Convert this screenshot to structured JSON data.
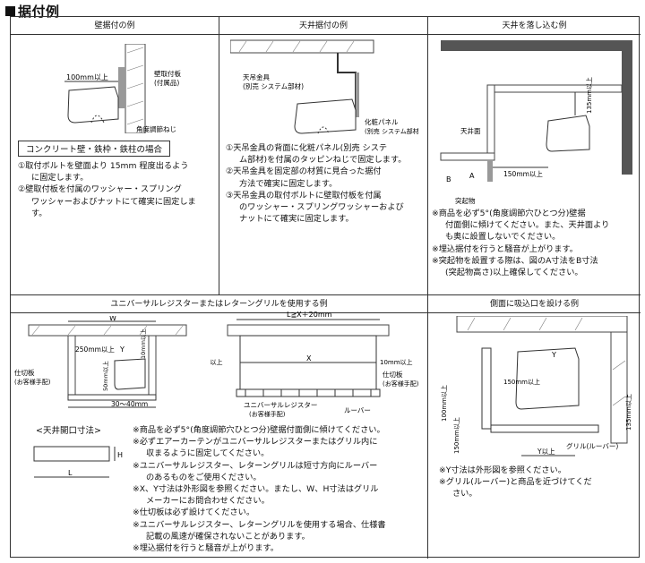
{
  "page_title": "据付例",
  "sections": {
    "wall": {
      "heading": "壁据付の例",
      "diagram_labels": {
        "distance": "100mm以上",
        "bracket": "壁取付板",
        "bracket2": "(付属品)",
        "angle_screw": "角度調節ねじ"
      },
      "box_label": "コンクリート壁・鉄枠・鉄柱の場合",
      "notes": [
        "①取付ボルトを壁面より 15mm 程度出るよう",
        "に固定します。",
        "②壁取付板を付属のワッシャー・スプリング",
        "ワッシャーおよびナットにて確実に固定しま",
        "す。"
      ]
    },
    "ceiling": {
      "heading": "天井据付の例",
      "diagram_labels": {
        "hanger": "天吊金具",
        "hanger2": "(別売 システム部材)",
        "panel": "化粧パネル",
        "panel2": "(別売 システム部材)"
      },
      "notes": [
        "①天吊金具の背面に化粧パネル(別売 システ",
        "ム部材)を付属のタッピンねじで固定します。",
        "②天吊金具を固定部の材質に見合った据付",
        "方法で確実に固定します。",
        "③天吊金具の取付ボルトに壁取付板を付属",
        "のワッシャー・スプリングワッシャーおよび",
        "ナットにて確実に固定します。"
      ]
    },
    "recess": {
      "heading": "天井を落し込む例",
      "diagram_labels": {
        "ceiling_face": "天井面",
        "dist": "150mm以上",
        "dist2": "135mm以上",
        "a": "A",
        "b": "B",
        "protrusion": "突起物"
      },
      "notes": [
        "※商品を必ず5°(角度調節穴ひとつ分)壁据",
        "付面側に傾けてください。また、天井面より",
        "も奥に設置しないでください。",
        "※埋込据付を行うと騒音が上がります。",
        "※突起物を設置する際は、図のA寸法をB寸法",
        "(突起物高さ)以上確保してください。"
      ]
    },
    "universal": {
      "heading": "ユニバーサルレジスターまたはレターングリルを使用する例",
      "diagram_labels": {
        "w": "W",
        "d250": "250mm以上",
        "y": "Y",
        "d10": "10mm以上",
        "d50": "50mm以上",
        "d3040": "30～40mm",
        "partition": "仕切板",
        "customer": "(お客様手配)",
        "lx": "L≧X＋20mm",
        "x": "X",
        "d10a": "10mm以上",
        "d10b": "10mm以上",
        "partition2": "仕切板",
        "customer2": "(お客様手配)",
        "register": "ユニバーサルレジスター",
        "customer3": "(お客様手配)",
        "louver": "ルーバー",
        "opening": "<天井開口寸法>",
        "h": "H",
        "l": "L"
      },
      "notes": [
        "※商品を必ず5°(角度調節穴ひとつ分)壁据付面側に傾けてください。",
        "※必ずエアーカーテンがユニバーサルレジスターまたはグリル内に",
        "収まるように固定してください。",
        "※ユニバーサルレジスター、レターングリルは短寸方向にルーバー",
        "のあるものをご使用ください。",
        "※X、Y寸法は外形図を参照ください。またし、W、H寸法はグリル",
        "メーカーにお問合わせください。",
        "※仕切板は必ず設けてください。",
        "※ユニバーサルレジスター、レターングリルを使用する場合、仕様書",
        "記載の風速が確保されないことがあります。",
        "※埋込据付を行うと騒音が上がります。"
      ]
    },
    "side": {
      "heading": "側面に吸込口を設ける例",
      "diagram_labels": {
        "y": "Y",
        "d150": "150mm以上",
        "d100": "100mm以上",
        "d135": "135mm以上",
        "d150b": "150mm以上",
        "grille": "グリル(ルーバー)",
        "y2": "Y以上"
      },
      "notes": [
        "※Y寸法は外形図を参照ください。",
        "※グリル(ルーバー)と商品を近づけてくだ",
        "さい。"
      ]
    }
  }
}
